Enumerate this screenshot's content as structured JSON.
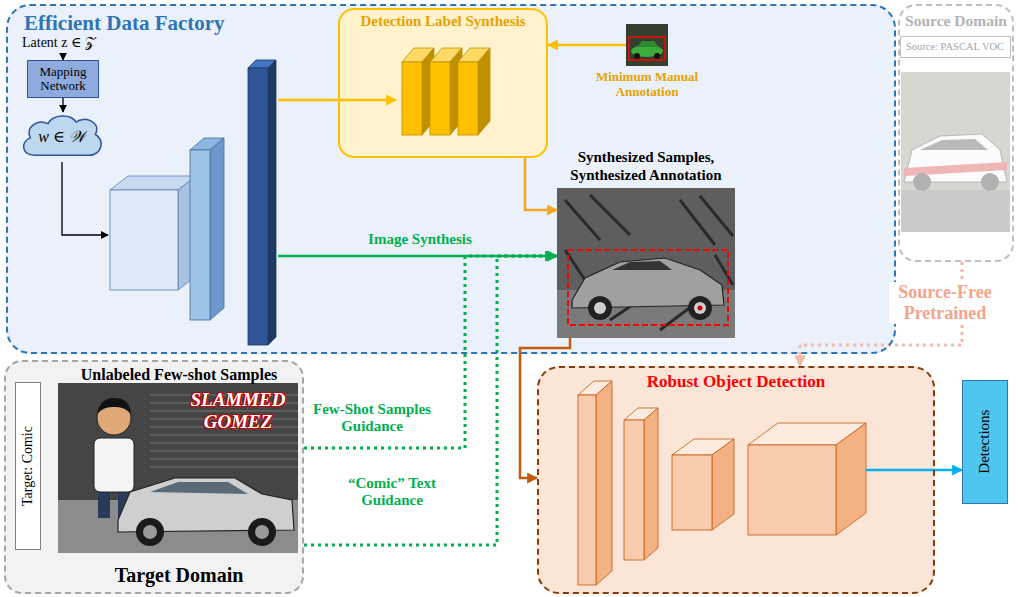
{
  "diagram": {
    "nodes": [
      {
        "text": [
          "Efficient Data Factory"
        ]
      },
      {
        "text": [
          "Mapping Network"
        ],
        "in": 0
      },
      {
        "text": [
          "w ∈ 𝒲"
        ],
        "in": 0
      },
      {
        "text": [
          "Detection Label Synthesis"
        ],
        "in": 0
      },
      {
        "text": [
          "Minimum Manual Annotation"
        ],
        "in": 0
      },
      {
        "text": [
          "Synthesized Samples, Synthesized Annotation"
        ],
        "in": 0
      },
      {
        "text": [
          "Source Domain"
        ]
      },
      {
        "text": [
          "Source: PASCAL VOC"
        ],
        "in": 6
      },
      {
        "text": [
          "Unlabeled Few-shot Samples",
          "Target Domain"
        ]
      },
      {
        "text": [
          "Target: Comic"
        ],
        "in": 8
      },
      {
        "text": [
          "Robust Object Detection"
        ]
      },
      {
        "text": [
          "Detections"
        ]
      }
    ],
    "edges": [
      {
        "from": 1,
        "to": 2,
        "arrow": "to"
      },
      {
        "from": 4,
        "to": 3,
        "arrow": "to"
      },
      {
        "from": 3,
        "to": 5,
        "arrow": "to"
      },
      {
        "from": 8,
        "to": 5,
        "label": "Few-Shot Samples Guidance",
        "arrow": "to"
      },
      {
        "from": 8,
        "to": 5,
        "label": "“Comic” Text Guidance",
        "arrow": "to"
      },
      {
        "from": 5,
        "to": 10,
        "arrow": "to"
      },
      {
        "from": 6,
        "to": 10,
        "label": "Source-Free Pretrained",
        "arrow": "to"
      },
      {
        "from": 10,
        "to": 11,
        "arrow": "to"
      }
    ],
    "labels": [
      "Latent z ∈ 𝒵",
      "Image Synthesis",
      "SLAMMED GOMEZ"
    ]
  }
}
